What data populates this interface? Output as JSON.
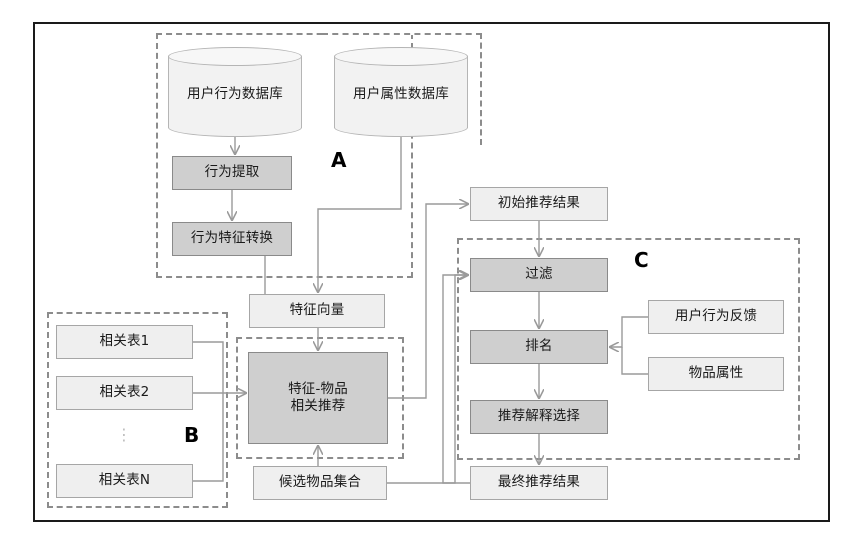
{
  "diagram": {
    "title": "Recommendation System Architecture Flowchart",
    "colors": {
      "frame_border": "#1a1a1a",
      "group_dashed": "#8c8c8c",
      "node_light_fill": "#efefef",
      "node_light_border": "#a6a6a6",
      "node_dark_fill": "#cfcfcf",
      "node_dark_border": "#8a8a8a",
      "cylinder_fill": "#f2f2f2",
      "cylinder_border": "#b5b5b5",
      "connector": "#9a9a9a"
    }
  },
  "groups": [
    {
      "id": "A",
      "label": "A"
    },
    {
      "id": "B",
      "label": "B"
    },
    {
      "id": "C",
      "label": "C"
    }
  ],
  "databases": [
    {
      "id": "user-behavior-db",
      "label": "用户行为数据库"
    },
    {
      "id": "user-attribute-db",
      "label": "用户属性数据库"
    }
  ],
  "nodes": [
    {
      "id": "behavior-extraction",
      "label": "行为提取",
      "style": "dark"
    },
    {
      "id": "behavior-feature-transform",
      "label": "行为特征转换",
      "style": "dark"
    },
    {
      "id": "feature-vector",
      "label": "特征向量",
      "style": "light"
    },
    {
      "id": "relation-table-1",
      "label": "相关表1",
      "style": "light"
    },
    {
      "id": "relation-table-2",
      "label": "相关表2",
      "style": "light"
    },
    {
      "id": "relation-table-n",
      "label": "相关表N",
      "style": "light"
    },
    {
      "id": "feature-item-recommendation",
      "label": "特征-物品\n相关推荐",
      "style": "dark"
    },
    {
      "id": "candidate-item-set",
      "label": "候选物品集合",
      "style": "light"
    },
    {
      "id": "initial-recommendation-result",
      "label": "初始推荐结果",
      "style": "light"
    },
    {
      "id": "filter",
      "label": "过滤",
      "style": "dark"
    },
    {
      "id": "ranking",
      "label": "排名",
      "style": "dark"
    },
    {
      "id": "recommendation-explanation-selection",
      "label": "推荐解释选择",
      "style": "dark"
    },
    {
      "id": "final-recommendation-result",
      "label": "最终推荐结果",
      "style": "light"
    },
    {
      "id": "user-behavior-feedback",
      "label": "用户行为反馈",
      "style": "light"
    },
    {
      "id": "item-attribute",
      "label": "物品属性",
      "style": "light"
    }
  ],
  "ellipsis": {
    "symbol": "⋮"
  }
}
